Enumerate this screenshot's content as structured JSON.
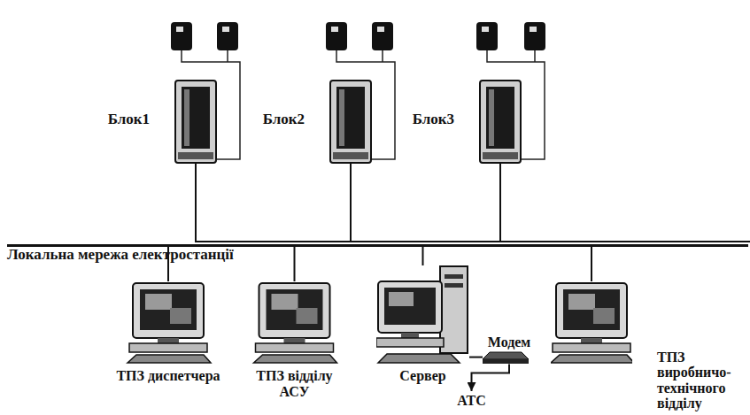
{
  "diagram": {
    "nodes": [
      {
        "text": [
          "Блок1"
        ]
      },
      {
        "text": [
          "Блок2"
        ]
      },
      {
        "text": [
          "Блок3"
        ]
      },
      {
        "text": [
          "Локальна мережа електростанції"
        ]
      },
      {
        "text": [
          "ТПЗ диспетчера"
        ]
      },
      {
        "text": [
          "ТПЗ відділу АСУ"
        ]
      },
      {
        "text": [
          "Сервер"
        ]
      },
      {
        "text": [
          "Модем"
        ]
      },
      {
        "text": [
          "ТПЗ виробничо-технічного відділу"
        ]
      },
      {
        "text": [
          "АТС"
        ]
      }
    ],
    "edges": [
      {
        "from": 0,
        "to": 3,
        "arrow": "none"
      },
      {
        "from": 1,
        "to": 3,
        "arrow": "none"
      },
      {
        "from": 2,
        "to": 3,
        "arrow": "none"
      },
      {
        "from": 3,
        "to": 4,
        "arrow": "none"
      },
      {
        "from": 3,
        "to": 5,
        "arrow": "none"
      },
      {
        "from": 3,
        "to": 6,
        "arrow": "none"
      },
      {
        "from": 3,
        "to": 8,
        "arrow": "none"
      },
      {
        "from": 6,
        "to": 7,
        "arrow": "none"
      },
      {
        "from": 7,
        "to": 9,
        "arrow": "to"
      }
    ]
  }
}
